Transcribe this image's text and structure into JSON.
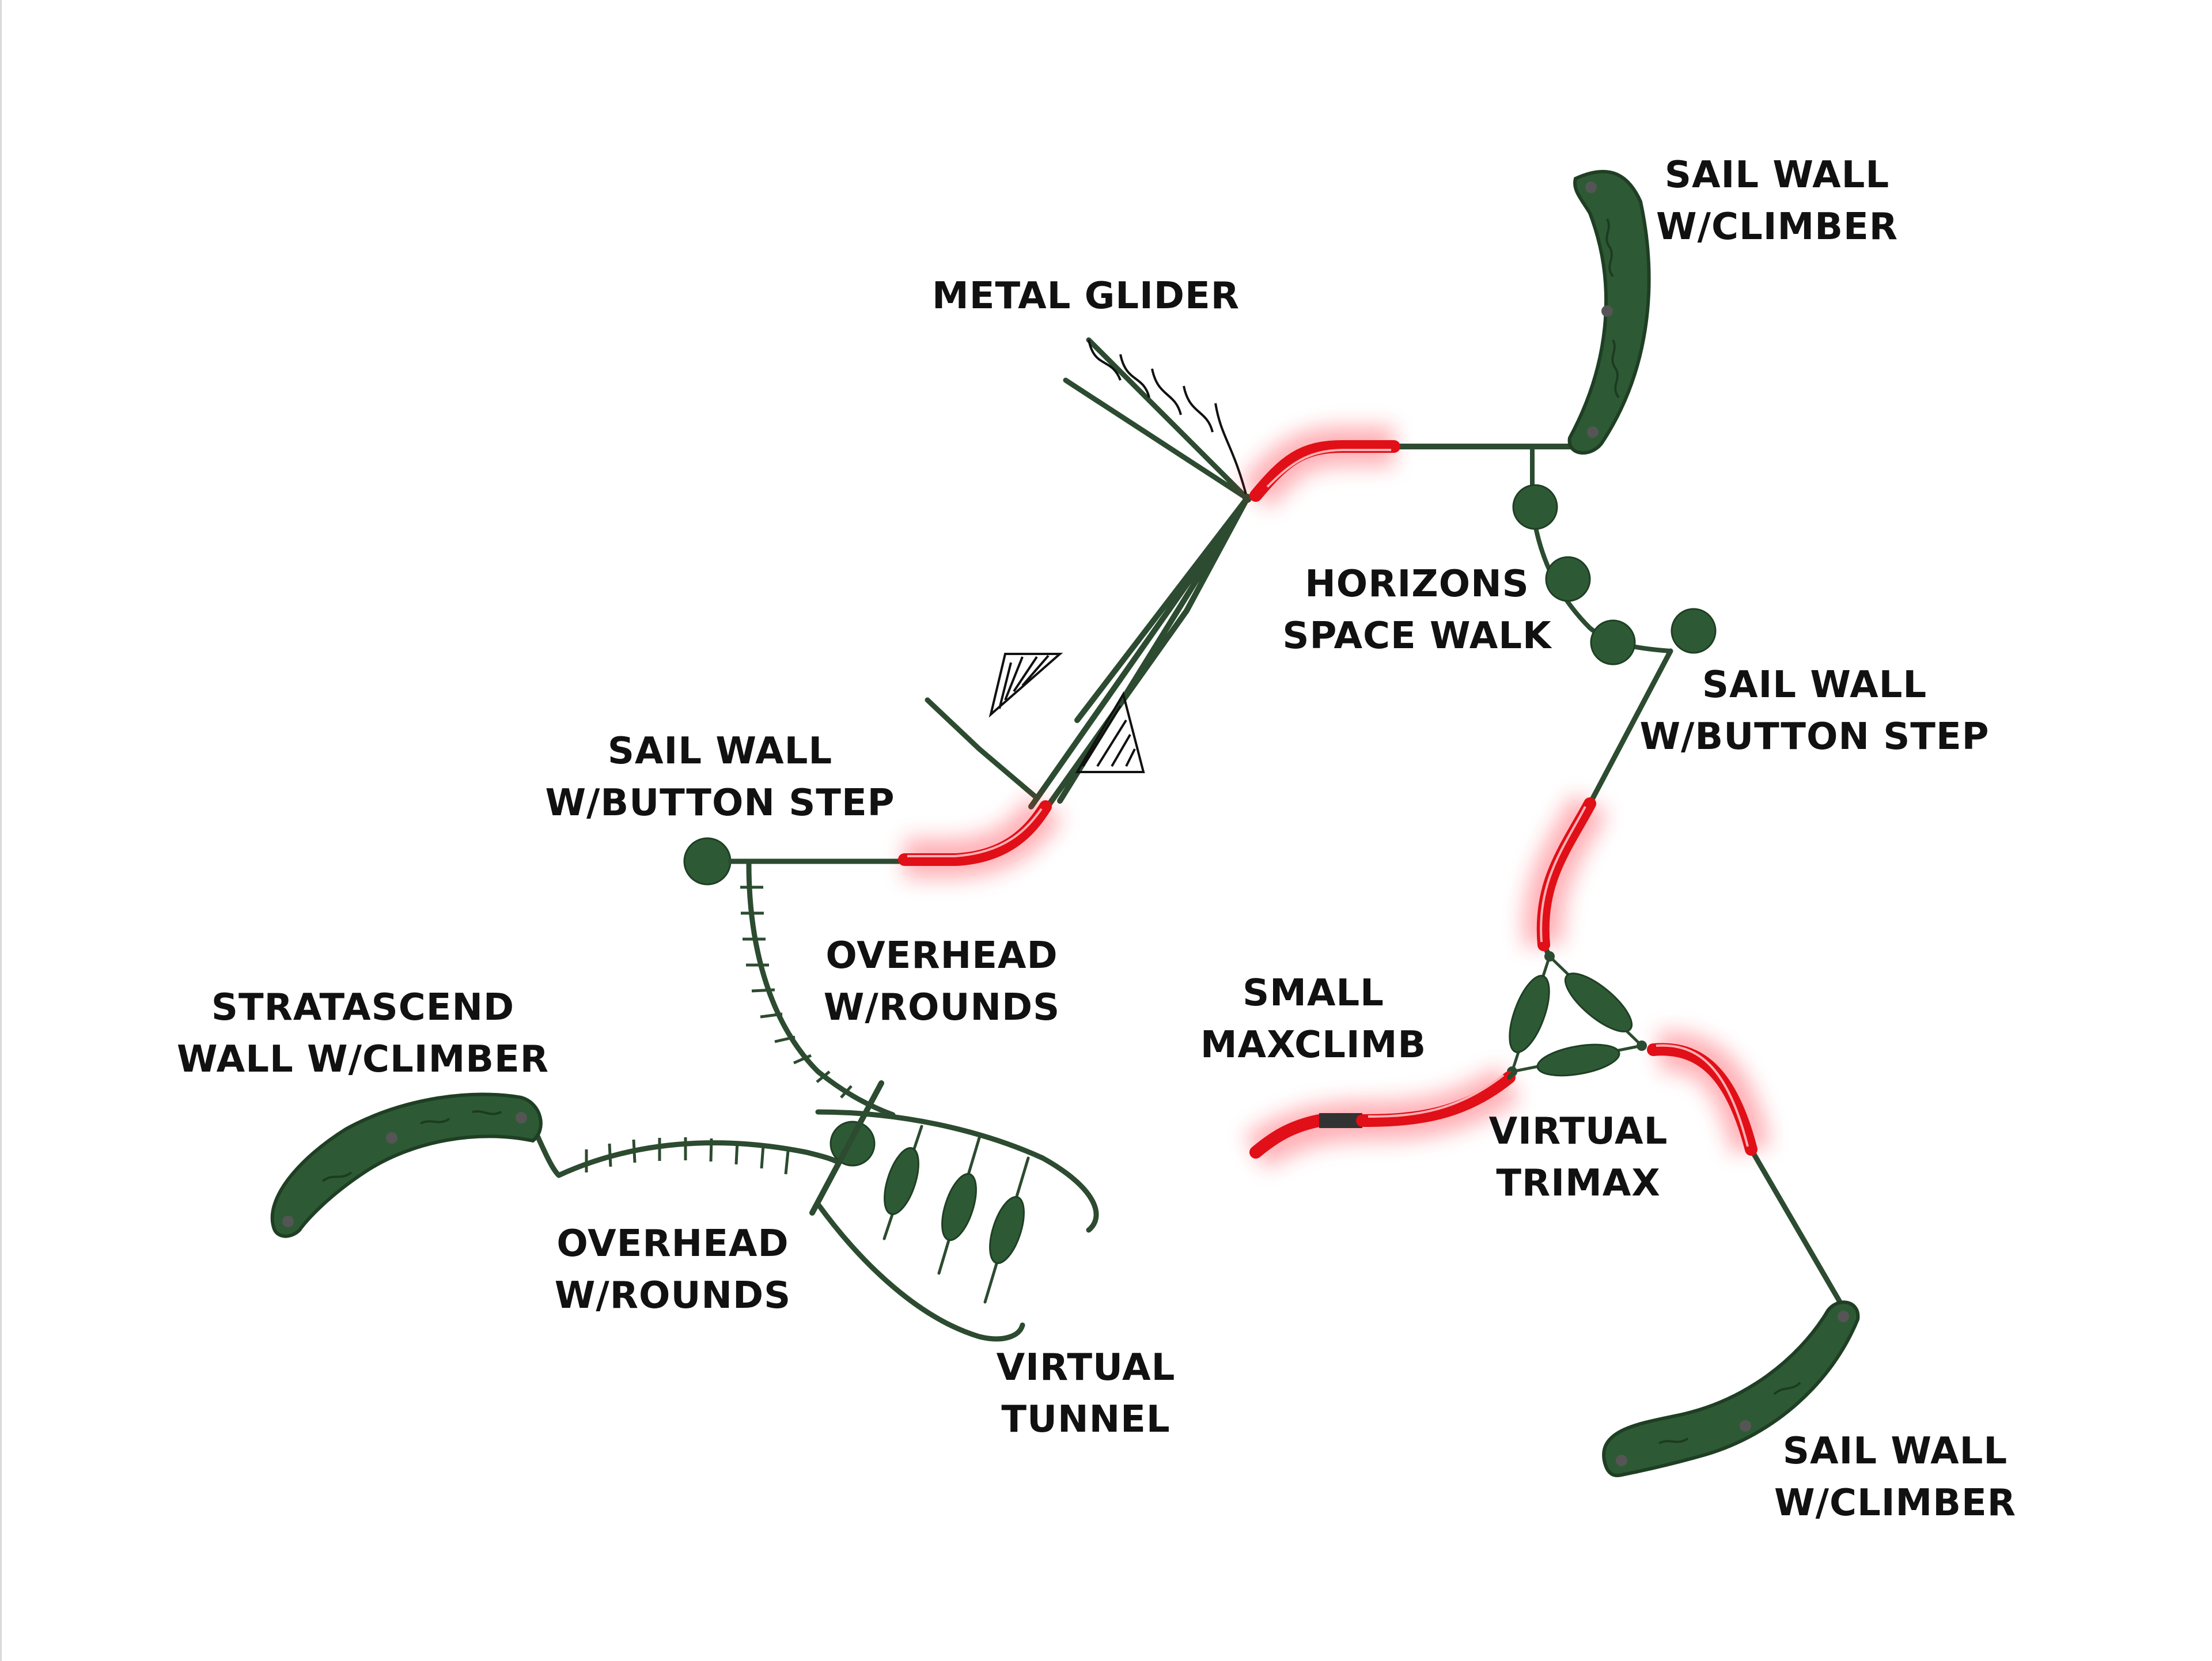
{
  "labels": {
    "metal_glider": [
      "METAL GLIDER"
    ],
    "sail_wall_climber_top": [
      "SAIL WALL",
      "W/CLIMBER"
    ],
    "horizons_space_walk": [
      "HORIZONS",
      "SPACE WALK"
    ],
    "sail_wall_button_step_right": [
      "SAIL WALL",
      "W/BUTTON STEP"
    ],
    "sail_wall_button_step_left": [
      "SAIL WALL",
      "W/BUTTON STEP"
    ],
    "overhead_rounds_upper": [
      "OVERHEAD",
      "W/ROUNDS"
    ],
    "stratascend_wall": [
      "STRATASCEND",
      "WALL W/CLIMBER"
    ],
    "small_maxclimb": [
      "SMALL",
      "MAXCLIMB"
    ],
    "virtual_trimax": [
      "VIRTUAL",
      "TRIMAX"
    ],
    "overhead_rounds_lower": [
      "OVERHEAD",
      "W/ROUNDS"
    ],
    "virtual_tunnel": [
      "VIRTUAL",
      "TUNNEL"
    ],
    "sail_wall_climber_bottom": [
      "SAIL WALL",
      "W/CLIMBER"
    ]
  },
  "colors": {
    "frame_green": "#2c4b30",
    "panel_green": "#2d5a34",
    "highlight_red": "#e10f17",
    "text": "#111111"
  }
}
